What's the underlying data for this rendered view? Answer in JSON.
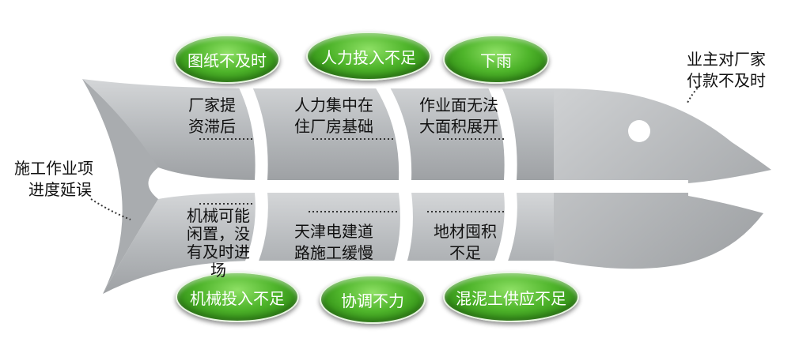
{
  "effect": [
    "业主对厂家",
    "付款不及时"
  ],
  "problem": [
    "施工作业项",
    "进度延误"
  ],
  "top_categories": [
    "图纸不及时",
    "人力投入不足",
    "下雨"
  ],
  "bottom_categories": [
    "机械投入不足",
    "协调不力",
    "混泥土供应不足"
  ],
  "top_causes": [
    [
      "厂家提",
      "资滞后"
    ],
    [
      "人力集中在",
      "住厂房基础"
    ],
    [
      "作业面无法",
      "大面积展开"
    ]
  ],
  "bottom_causes": [
    [
      "机械可能",
      "闲置，没",
      "有及时进",
      "场"
    ],
    [
      "天津电建道",
      "路施工缓慢"
    ],
    [
      "地材囤积",
      "不足"
    ]
  ],
  "colors": {
    "body": "#b9bcbf",
    "pill": "#4fb52b",
    "pill_text": "#ffffff"
  }
}
